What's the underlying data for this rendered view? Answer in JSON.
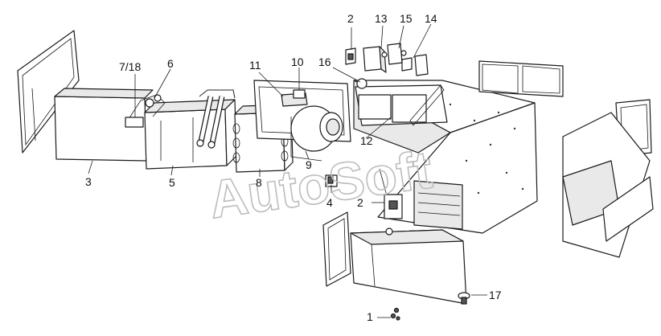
{
  "labels": {
    "l1": "1",
    "l2a": "2",
    "l2b": "2",
    "l3": "3",
    "l4": "4",
    "l5": "5",
    "l6": "6",
    "l7_18": "7/18",
    "l8": "8",
    "l9": "9",
    "l10": "10",
    "l11": "11",
    "l12": "12",
    "l13": "13",
    "l14": "14",
    "l15": "15",
    "l16": "16",
    "l17": "17"
  },
  "watermark": "AutoSoft",
  "colors": {
    "line": "#1a1a1a",
    "watermark": "#bdbdbd",
    "background": "#ffffff"
  }
}
